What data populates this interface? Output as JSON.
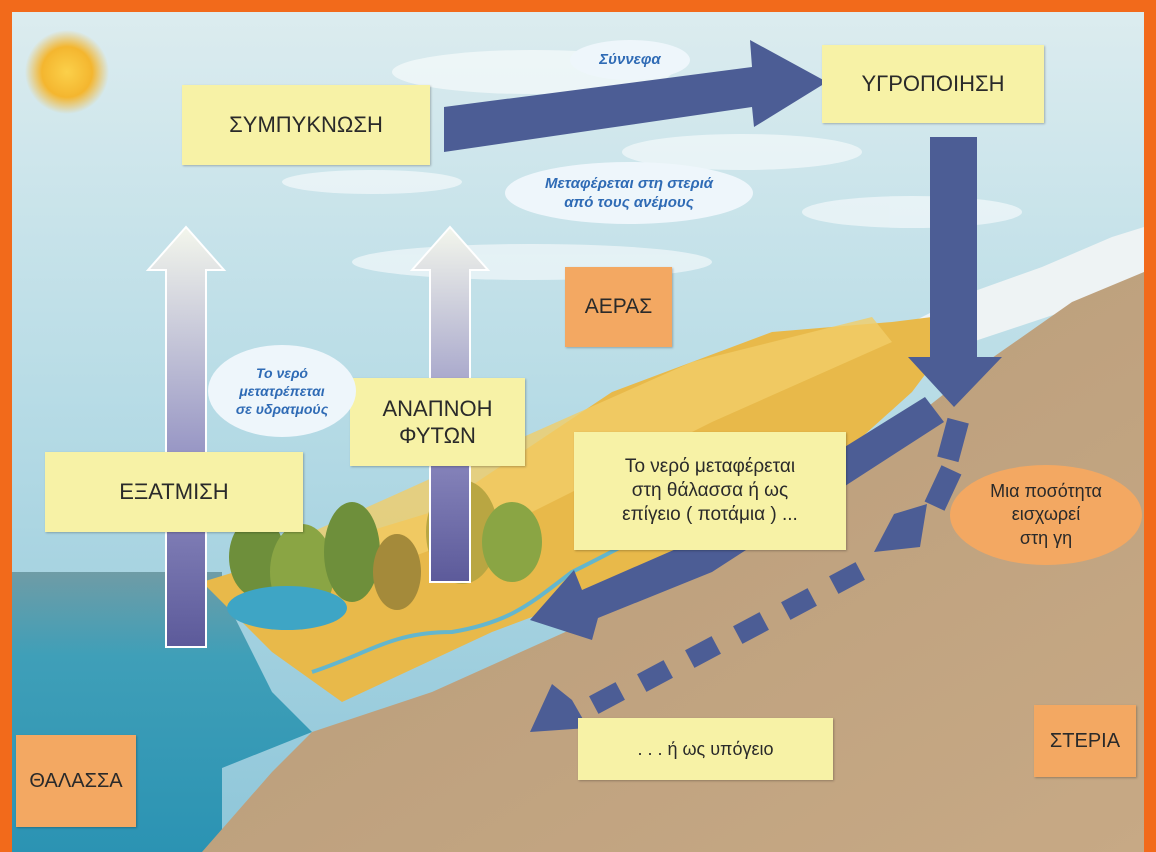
{
  "labels": {
    "condensation": "ΣΥΜΠΥΚΝΩΣΗ",
    "precipitation": "ΥΓΡΟΠΟΙΗΣΗ",
    "evaporation": "ΕΞΑΤΜΙΣΗ",
    "transpiration": "ΑΝΑΠΝΟΗ\nΦΥΤΩΝ",
    "runoff": "Το νερό μεταφέρεται\nστη θάλασσα ή ως\nεπίγειο ( ποτάμια ) ...",
    "groundwater": ". . . ή ως υπόγειο"
  },
  "regions": {
    "air": "ΑΕΡΑΣ",
    "land": "ΣΤΕΡΙΑ",
    "sea": "ΘΑΛΑΣΣΑ"
  },
  "bubbles": {
    "clouds": "Σύννεφα",
    "wind_transport": "Μεταφέρεται στη στεριά\nαπό τους ανέμους",
    "water_to_vapor": "Το νερό\nμετατρέπεται\nσε υδρατμούς",
    "infiltration": "Μια ποσότητα\nεισχωρεί\nστη γη"
  },
  "colors": {
    "frame": "#f26a1b",
    "arrow": "#4c5d95",
    "label_box": "#f7f2a6",
    "region_box": "#f3a862",
    "bubble_text": "#2f6bb5"
  }
}
